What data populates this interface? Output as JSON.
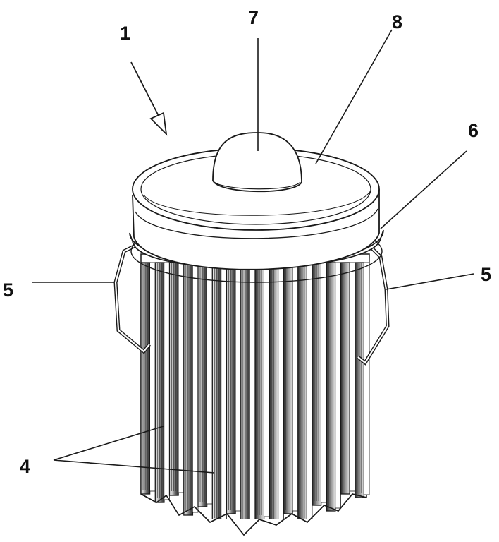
{
  "figure": {
    "labels": {
      "device": "1",
      "fins": "4",
      "bracket_left": "5",
      "bracket_right": "5",
      "ring": "6",
      "dome": "7",
      "cover": "8"
    },
    "colors": {
      "line": "#1a1a1a",
      "background": "#ffffff",
      "fin_dark": "#2a2a2a",
      "fin_mid": "#8a8a8a",
      "fin_light": "#d9d9d9"
    }
  }
}
